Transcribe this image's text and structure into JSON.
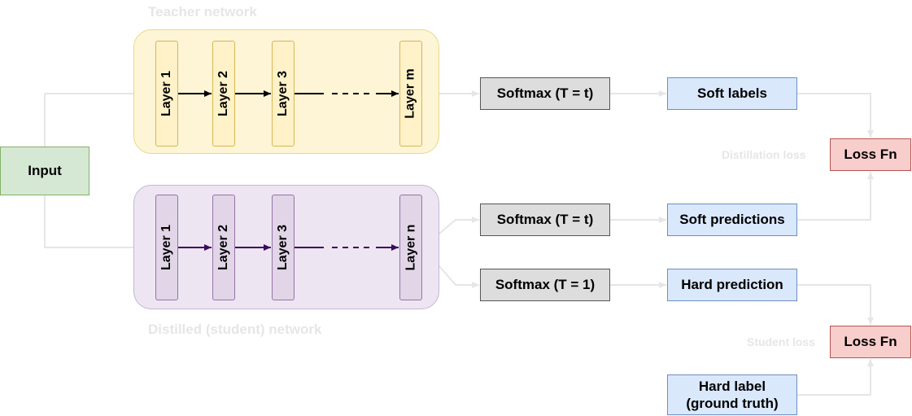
{
  "colors": {
    "connector": "#e6e6e6",
    "teacher_arrow": "#000000",
    "student_arrow": "#3c0a5e",
    "caption": "#e6e6e6"
  },
  "teacher": {
    "caption": "Teacher network",
    "layers": [
      "Layer 1",
      "Layer 2",
      "Layer 3",
      "Layer m"
    ]
  },
  "student": {
    "caption": "Distilled (student) network",
    "layers": [
      "Layer 1",
      "Layer 2",
      "Layer 3",
      "Layer n"
    ]
  },
  "input": "Input",
  "softmax": {
    "teacher_t": "Softmax (T = t)",
    "student_t": "Softmax (T = t)",
    "student_1": "Softmax (T = 1)"
  },
  "outputs": {
    "soft_labels": "Soft labels",
    "soft_predictions": "Soft predictions",
    "hard_prediction": "Hard prediction",
    "hard_label_line1": "Hard label",
    "hard_label_line2": "(ground truth)"
  },
  "losses": {
    "distillation_label": "Distillation loss",
    "distillation_fn": "Loss Fn",
    "student_label": "Student loss",
    "student_fn": "Loss Fn"
  }
}
